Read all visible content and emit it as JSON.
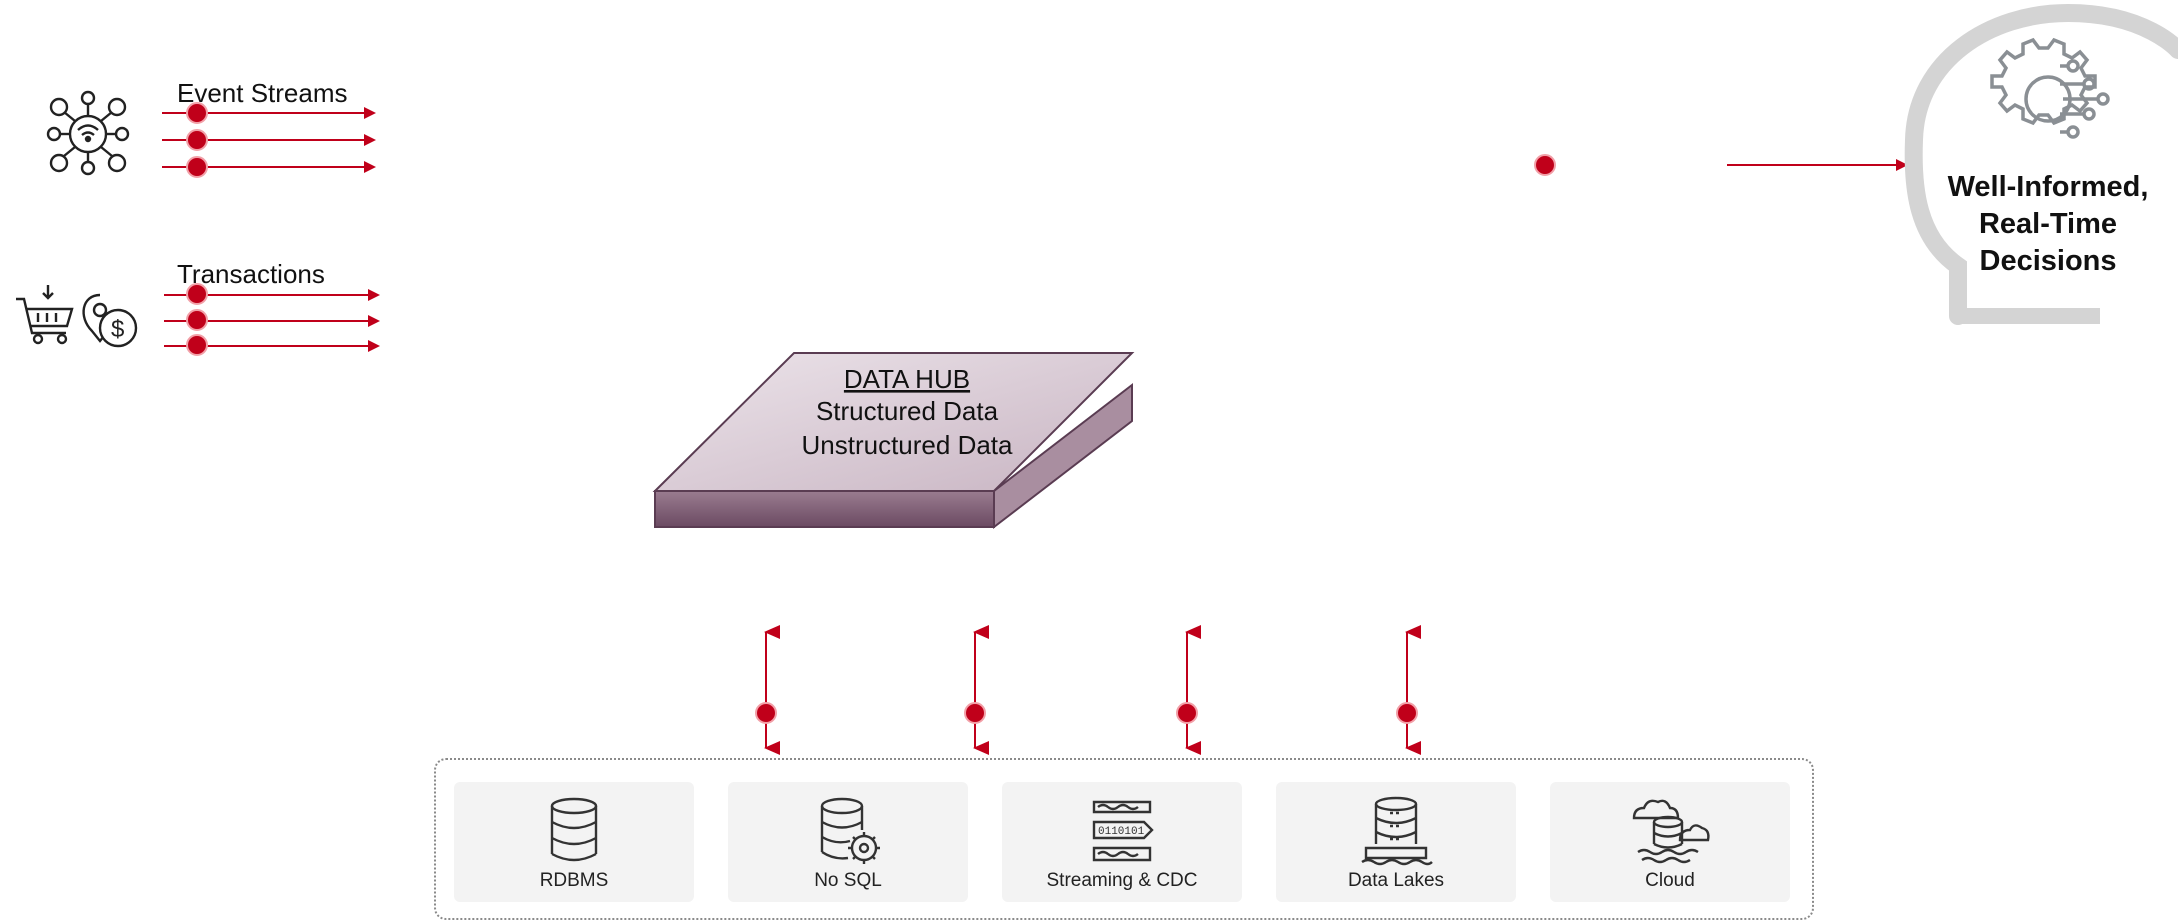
{
  "inputs": {
    "event_streams": {
      "label": "Event Streams",
      "icon": "network-hub-icon"
    },
    "transactions": {
      "label": "Transactions",
      "icons": [
        "shopping-cart-icon",
        "location-dollar-icon"
      ]
    }
  },
  "hub": {
    "title": "DATA HUB",
    "line1": "Structured Data",
    "line2": "Unstructured Data"
  },
  "output": {
    "line1": "Well-Informed,",
    "line2": "Real-Time",
    "line3": "Decisions",
    "icon": "ai-gear-brain-icon"
  },
  "sources": [
    {
      "label": "RDBMS",
      "icon": "database-icon"
    },
    {
      "label": "No SQL",
      "icon": "database-gear-icon"
    },
    {
      "label": "Streaming & CDC",
      "icon": "binary-stream-icon"
    },
    {
      "label": "Data Lakes",
      "icon": "data-lake-icon"
    },
    {
      "label": "Cloud",
      "icon": "cloud-database-icon"
    }
  ],
  "colors": {
    "accent": "#c0001a",
    "hub_top": "#d6c6d1",
    "hub_side": "#a98ea0",
    "hub_front": "#7e5c74",
    "head": "#d4d4d4",
    "icon_gray": "#8a8f94"
  }
}
